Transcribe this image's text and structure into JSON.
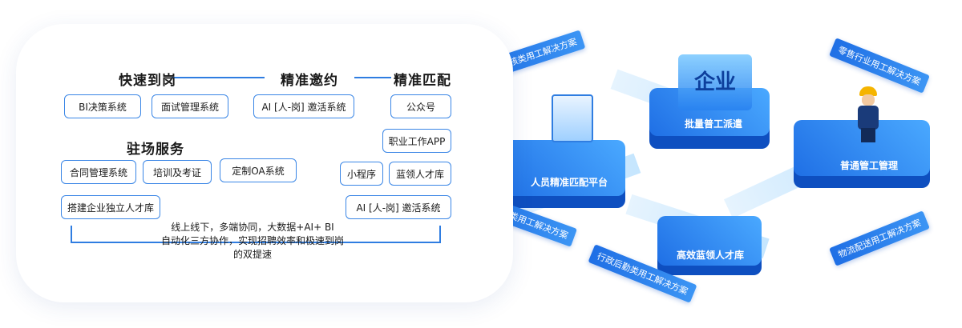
{
  "card": {
    "headers": {
      "match": "精准匹配",
      "invite": "精准邀约",
      "fast": "快速到岗",
      "service": "驻场服务"
    },
    "match_items": [
      "公众号",
      "职业工作APP",
      "小程序",
      "蓝领人才库",
      "AI [人-岗] 邀活系统"
    ],
    "invite_items": [
      "AI [人-岗] 邀活系统"
    ],
    "fast_items": [
      "面试管理系统",
      "BI决策系统"
    ],
    "service_items": [
      "定制OA系统",
      "培训及考证",
      "合同管理系统",
      "搭建企业独立人才库"
    ],
    "bottom_text": [
      "线上线下，多端协同，大数据+AI+ BI",
      "自动化三方协作，实现招聘效率和极速到岗",
      "的双提速"
    ]
  },
  "illustration": {
    "center_block": "企业",
    "platforms": {
      "top": "批量普工派遣",
      "left": "人员精准匹配平台",
      "right": "普通管工管理",
      "bottom": "高效蓝领人才库"
    },
    "labels": {
      "top_left": "内容审核类用工解决方案",
      "top_right": "零售行业用工解决方案",
      "left": "一线普工类用工解决方案",
      "right": "物流配送用工解决方案",
      "bottom": "行政后勤类用工解决方案"
    }
  },
  "colors": {
    "accent": "#2f7de1",
    "deep": "#0e4fc0",
    "light": "#bfe3ff"
  }
}
